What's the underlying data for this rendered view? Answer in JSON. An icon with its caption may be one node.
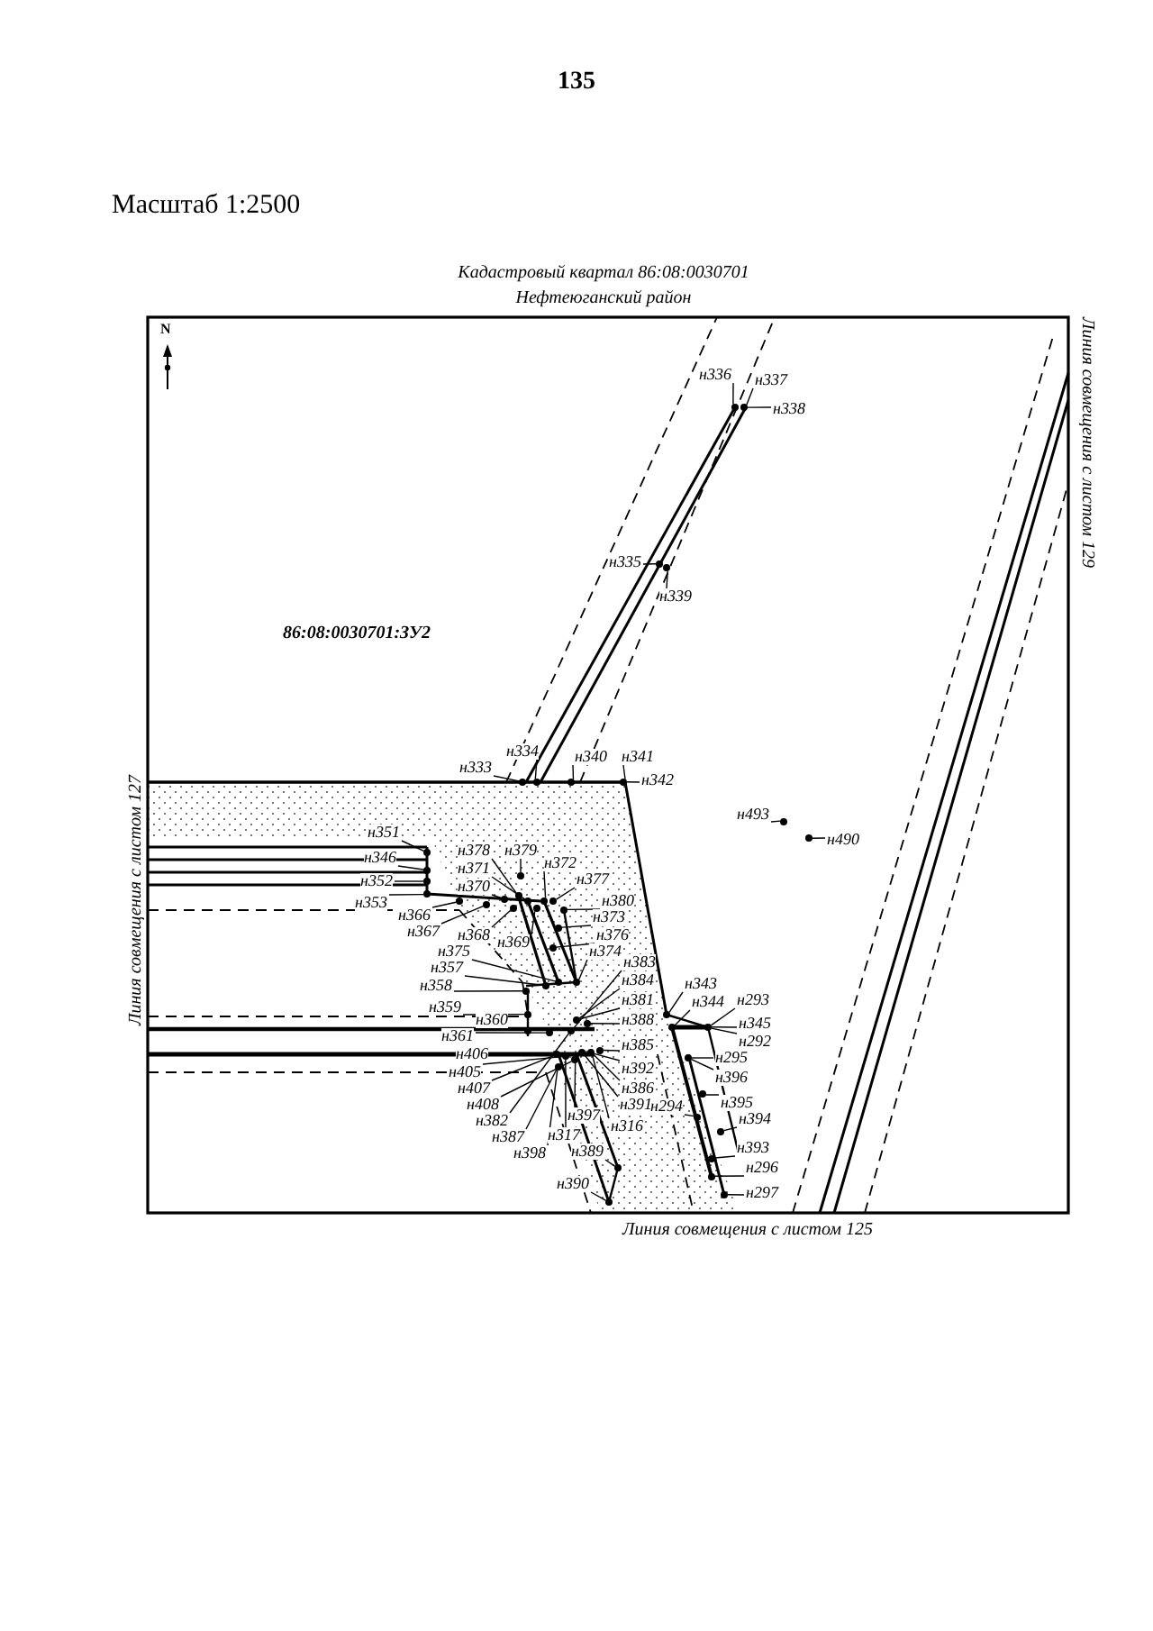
{
  "diagram": {
    "nodes": [
      {
        "text": [
          "н336"
        ]
      },
      {
        "text": [
          "н337"
        ]
      },
      {
        "text": [
          "н338"
        ]
      },
      {
        "text": [
          "н335"
        ]
      },
      {
        "text": [
          "н339"
        ]
      },
      {
        "text": [
          "н333"
        ]
      },
      {
        "text": [
          "н334"
        ]
      },
      {
        "text": [
          "н340"
        ]
      },
      {
        "text": [
          "н341"
        ]
      },
      {
        "text": [
          "н342"
        ]
      },
      {
        "text": [
          "н493"
        ]
      },
      {
        "text": [
          "н490"
        ]
      },
      {
        "text": [
          "н351"
        ]
      },
      {
        "text": [
          "н346"
        ]
      },
      {
        "text": [
          "н352"
        ]
      },
      {
        "text": [
          "н353"
        ]
      },
      {
        "text": [
          "н366"
        ]
      },
      {
        "text": [
          "н367"
        ]
      },
      {
        "text": [
          "н378"
        ]
      },
      {
        "text": [
          "н379"
        ]
      },
      {
        "text": [
          "н371"
        ]
      },
      {
        "text": [
          "н370"
        ]
      },
      {
        "text": [
          "н372"
        ]
      },
      {
        "text": [
          "н377"
        ]
      },
      {
        "text": [
          "н380"
        ]
      },
      {
        "text": [
          "н373"
        ]
      },
      {
        "text": [
          "н368"
        ]
      },
      {
        "text": [
          "н369"
        ]
      },
      {
        "text": [
          "н376"
        ]
      },
      {
        "text": [
          "н374"
        ]
      },
      {
        "text": [
          "н375"
        ]
      },
      {
        "text": [
          "н357"
        ]
      },
      {
        "text": [
          "н358"
        ]
      },
      {
        "text": [
          "н359"
        ]
      },
      {
        "text": [
          "н360"
        ]
      },
      {
        "text": [
          "н361"
        ]
      },
      {
        "text": [
          "н406"
        ]
      },
      {
        "text": [
          "н405"
        ]
      },
      {
        "text": [
          "н407"
        ]
      },
      {
        "text": [
          "н408"
        ]
      },
      {
        "text": [
          "н382"
        ]
      },
      {
        "text": [
          "н387"
        ]
      },
      {
        "text": [
          "н398"
        ]
      },
      {
        "text": [
          "н317"
        ]
      },
      {
        "text": [
          "н397"
        ]
      },
      {
        "text": [
          "н316"
        ]
      },
      {
        "text": [
          "н391"
        ]
      },
      {
        "text": [
          "н386"
        ]
      },
      {
        "text": [
          "н392"
        ]
      },
      {
        "text": [
          "н385"
        ]
      },
      {
        "text": [
          "н388"
        ]
      },
      {
        "text": [
          "н381"
        ]
      },
      {
        "text": [
          "н384"
        ]
      },
      {
        "text": [
          "н383"
        ]
      },
      {
        "text": [
          "н389"
        ]
      },
      {
        "text": [
          "н390"
        ]
      },
      {
        "text": [
          "н343"
        ]
      },
      {
        "text": [
          "н344"
        ]
      },
      {
        "text": [
          "н293"
        ]
      },
      {
        "text": [
          "н345"
        ]
      },
      {
        "text": [
          "н292"
        ]
      },
      {
        "text": [
          "н295"
        ]
      },
      {
        "text": [
          "н396"
        ]
      },
      {
        "text": [
          "н395"
        ]
      },
      {
        "text": [
          "н294"
        ]
      },
      {
        "text": [
          "н394"
        ]
      },
      {
        "text": [
          "н393"
        ]
      },
      {
        "text": [
          "н296"
        ]
      },
      {
        "text": [
          "н297"
        ]
      },
      {
        "text": [],
        "shape": "circle"
      },
      {
        "text": [],
        "shape": "circle"
      },
      {
        "text": [],
        "shape": "circle"
      },
      {
        "text": [],
        "shape": "circle"
      },
      {
        "text": [],
        "shape": "circle"
      },
      {
        "text": [],
        "shape": "circle"
      },
      {
        "text": [],
        "shape": "circle"
      },
      {
        "text": [],
        "shape": "circle"
      },
      {
        "text": [],
        "shape": "circle"
      },
      {
        "text": [],
        "shape": "circle"
      },
      {
        "text": [],
        "shape": "circle"
      },
      {
        "text": [],
        "shape": "circle"
      },
      {
        "text": [],
        "shape": "circle"
      },
      {
        "text": [],
        "shape": "circle"
      },
      {
        "text": [],
        "shape": "circle"
      },
      {
        "text": [],
        "shape": "circle"
      },
      {
        "text": [],
        "shape": "circle"
      },
      {
        "text": [],
        "shape": "circle"
      },
      {
        "text": [],
        "shape": "circle"
      },
      {
        "text": [],
        "shape": "circle"
      },
      {
        "text": [],
        "shape": "circle"
      },
      {
        "text": [],
        "shape": "circle"
      },
      {
        "text": [],
        "shape": "circle"
      },
      {
        "text": [],
        "shape": "circle"
      },
      {
        "text": [],
        "shape": "circle"
      },
      {
        "text": [],
        "shape": "circle"
      },
      {
        "text": [],
        "shape": "circle"
      },
      {
        "text": [],
        "shape": "circle"
      },
      {
        "text": [],
        "shape": "circle"
      },
      {
        "text": [],
        "shape": "circle"
      },
      {
        "text": [],
        "shape": "circle"
      },
      {
        "text": [],
        "shape": "circle"
      },
      {
        "text": [],
        "shape": "circle"
      },
      {
        "text": [],
        "shape": "circle"
      },
      {
        "text": [],
        "shape": "circle"
      },
      {
        "text": [],
        "shape": "circle"
      },
      {
        "text": [],
        "shape": "circle"
      },
      {
        "text": [],
        "shape": "circle"
      },
      {
        "text": [],
        "shape": "circle"
      },
      {
        "text": [],
        "shape": "circle"
      },
      {
        "text": [],
        "shape": "circle"
      },
      {
        "text": [],
        "shape": "circle"
      },
      {
        "text": [],
        "shape": "circle"
      },
      {
        "text": [],
        "shape": "circle"
      },
      {
        "text": [],
        "shape": "circle"
      },
      {
        "text": [],
        "shape": "circle"
      },
      {
        "text": [],
        "shape": "circle"
      },
      {
        "text": [],
        "shape": "circle"
      },
      {
        "text": [],
        "shape": "circle"
      },
      {
        "text": [],
        "shape": "circle"
      },
      {
        "text": [],
        "shape": "circle"
      },
      {
        "text": [],
        "shape": "circle"
      },
      {
        "text": [],
        "shape": "circle"
      },
      {
        "text": [],
        "shape": "circle"
      },
      {
        "text": [],
        "shape": "circle"
      },
      {
        "text": [],
        "shape": "circle"
      }
    ],
    "edges": [
      {
        "from": 0,
        "to": 69,
        "arrow": "none"
      },
      {
        "from": 1,
        "to": 70,
        "arrow": "none"
      },
      {
        "from": 2,
        "to": 70,
        "arrow": "none"
      },
      {
        "from": 3,
        "to": 71,
        "arrow": "none"
      },
      {
        "from": 4,
        "to": 72,
        "arrow": "none"
      },
      {
        "from": 5,
        "to": 73,
        "arrow": "none"
      },
      {
        "from": 6,
        "to": 74,
        "arrow": "none"
      },
      {
        "from": 7,
        "to": 75,
        "arrow": "none"
      },
      {
        "from": 8,
        "to": 76,
        "arrow": "none"
      },
      {
        "from": 9,
        "to": 76,
        "arrow": "none"
      },
      {
        "from": 10,
        "to": 77,
        "arrow": "none"
      },
      {
        "from": 11,
        "to": 78,
        "arrow": "none"
      },
      {
        "from": 12,
        "to": 79,
        "arrow": "none"
      },
      {
        "from": 13,
        "to": 80,
        "arrow": "none"
      },
      {
        "from": 14,
        "to": 81,
        "arrow": "none"
      },
      {
        "from": 15,
        "to": 82,
        "arrow": "none"
      },
      {
        "from": 16,
        "to": 83,
        "arrow": "none"
      },
      {
        "from": 17,
        "to": 84,
        "arrow": "none"
      },
      {
        "from": 18,
        "to": 85,
        "arrow": "none"
      },
      {
        "from": 19,
        "to": 86,
        "arrow": "none"
      },
      {
        "from": 20,
        "to": 87,
        "arrow": "none"
      },
      {
        "from": 21,
        "to": 88,
        "arrow": "none"
      },
      {
        "from": 22,
        "to": 89,
        "arrow": "none"
      },
      {
        "from": 23,
        "to": 90,
        "arrow": "none"
      },
      {
        "from": 24,
        "to": 91,
        "arrow": "none"
      },
      {
        "from": 25,
        "to": 92,
        "arrow": "none"
      },
      {
        "from": 26,
        "to": 93,
        "arrow": "none"
      },
      {
        "from": 27,
        "to": 94,
        "arrow": "none"
      },
      {
        "from": 28,
        "to": 95,
        "arrow": "none"
      },
      {
        "from": 29,
        "to": 96,
        "arrow": "none"
      },
      {
        "from": 30,
        "to": 97,
        "arrow": "none"
      },
      {
        "from": 31,
        "to": 98,
        "arrow": "none"
      },
      {
        "from": 32,
        "to": 99,
        "arrow": "none"
      },
      {
        "from": 33,
        "to": 100,
        "arrow": "none"
      },
      {
        "from": 34,
        "to": 101,
        "arrow": "none"
      },
      {
        "from": 35,
        "to": 102,
        "arrow": "none"
      },
      {
        "from": 36,
        "to": 103,
        "arrow": "none"
      },
      {
        "from": 37,
        "to": 104,
        "arrow": "none"
      },
      {
        "from": 38,
        "to": 103,
        "arrow": "none"
      },
      {
        "from": 39,
        "to": 105,
        "arrow": "none"
      },
      {
        "from": 40,
        "to": 106,
        "arrow": "none"
      },
      {
        "from": 41,
        "to": 107,
        "arrow": "none"
      },
      {
        "from": 42,
        "to": 107,
        "arrow": "none"
      },
      {
        "from": 43,
        "to": 104,
        "arrow": "none"
      },
      {
        "from": 44,
        "to": 105,
        "arrow": "none"
      },
      {
        "from": 45,
        "to": 109,
        "arrow": "none"
      },
      {
        "from": 46,
        "to": 108,
        "arrow": "none"
      },
      {
        "from": 47,
        "to": 109,
        "arrow": "none"
      },
      {
        "from": 48,
        "to": 109,
        "arrow": "none"
      },
      {
        "from": 49,
        "to": 110,
        "arrow": "none"
      },
      {
        "from": 50,
        "to": 111,
        "arrow": "none"
      },
      {
        "from": 51,
        "to": 112,
        "arrow": "none"
      },
      {
        "from": 52,
        "to": 112,
        "arrow": "none"
      },
      {
        "from": 53,
        "to": 106,
        "arrow": "none"
      },
      {
        "from": 54,
        "to": 113,
        "arrow": "none"
      },
      {
        "from": 55,
        "to": 114,
        "arrow": "none"
      },
      {
        "from": 56,
        "to": 115,
        "arrow": "none"
      },
      {
        "from": 57,
        "to": 116,
        "arrow": "none"
      },
      {
        "from": 58,
        "to": 117,
        "arrow": "none"
      },
      {
        "from": 59,
        "to": 117,
        "arrow": "none"
      },
      {
        "from": 60,
        "to": 117,
        "arrow": "none"
      },
      {
        "from": 61,
        "to": 118,
        "arrow": "none"
      },
      {
        "from": 62,
        "to": 118,
        "arrow": "none"
      },
      {
        "from": 63,
        "to": 119,
        "arrow": "none"
      },
      {
        "from": 64,
        "to": 120,
        "arrow": "none"
      },
      {
        "from": 65,
        "to": 121,
        "arrow": "none"
      },
      {
        "from": 66,
        "to": 122,
        "arrow": "none"
      },
      {
        "from": 67,
        "to": 123,
        "arrow": "none"
      },
      {
        "from": 68,
        "to": 124,
        "arrow": "none"
      }
    ],
    "labels": [
      "135",
      "Масштаб 1:2500",
      "Кадастровый квартал 86:08:0030701",
      "Нефтеюганский район",
      "N",
      "Линия совмещения с листом 129",
      "86:08:0030701:ЗУ2",
      "Линия совмещения с листом 127",
      "Линия совмещения с листом 125"
    ]
  }
}
